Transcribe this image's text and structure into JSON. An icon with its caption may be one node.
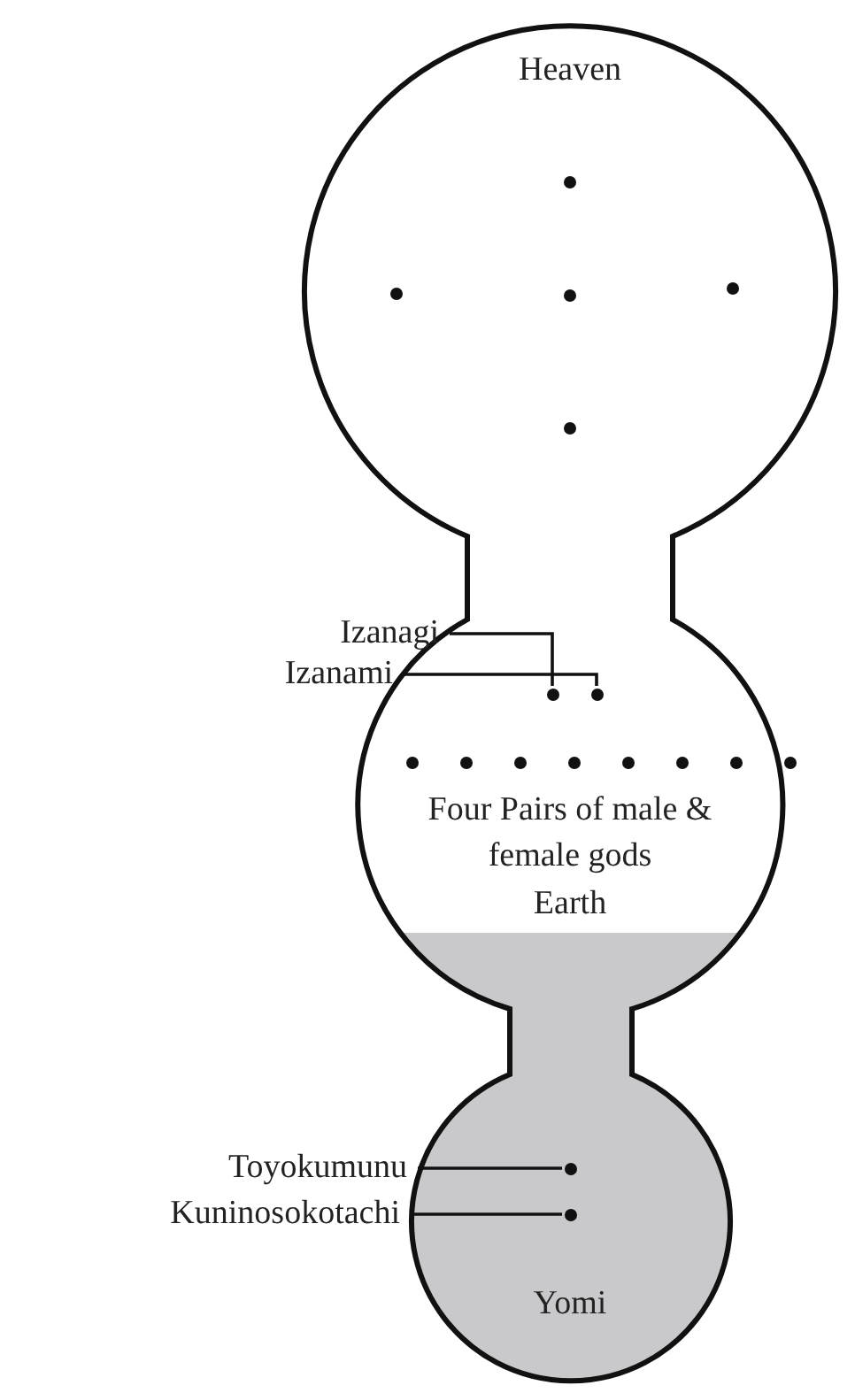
{
  "diagram": {
    "nodes": [
      {
        "text": [
          "Heaven"
        ]
      },
      {
        "text": [
          "Four Pairs of male & female gods",
          "Earth"
        ]
      },
      {
        "text": [
          "Yomi"
        ]
      },
      {
        "text": [
          "Izanagi"
        ]
      },
      {
        "text": [],
        "shape": "circle",
        "in": 1
      },
      {
        "text": [
          "Izanami"
        ]
      },
      {
        "text": [],
        "shape": "circle",
        "in": 1
      },
      {
        "text": [
          "Toyokumunu"
        ]
      },
      {
        "text": [],
        "shape": "circle",
        "in": 2
      },
      {
        "text": [
          "Kuninosokotachi"
        ]
      },
      {
        "text": [],
        "shape": "circle",
        "in": 2
      }
    ],
    "edges": [
      {
        "from": 3,
        "to": 4,
        "arrow": "none"
      },
      {
        "from": 5,
        "to": 6,
        "arrow": "none"
      },
      {
        "from": 7,
        "to": 8,
        "arrow": "none"
      },
      {
        "from": 9,
        "to": 10,
        "arrow": "none"
      }
    ]
  }
}
